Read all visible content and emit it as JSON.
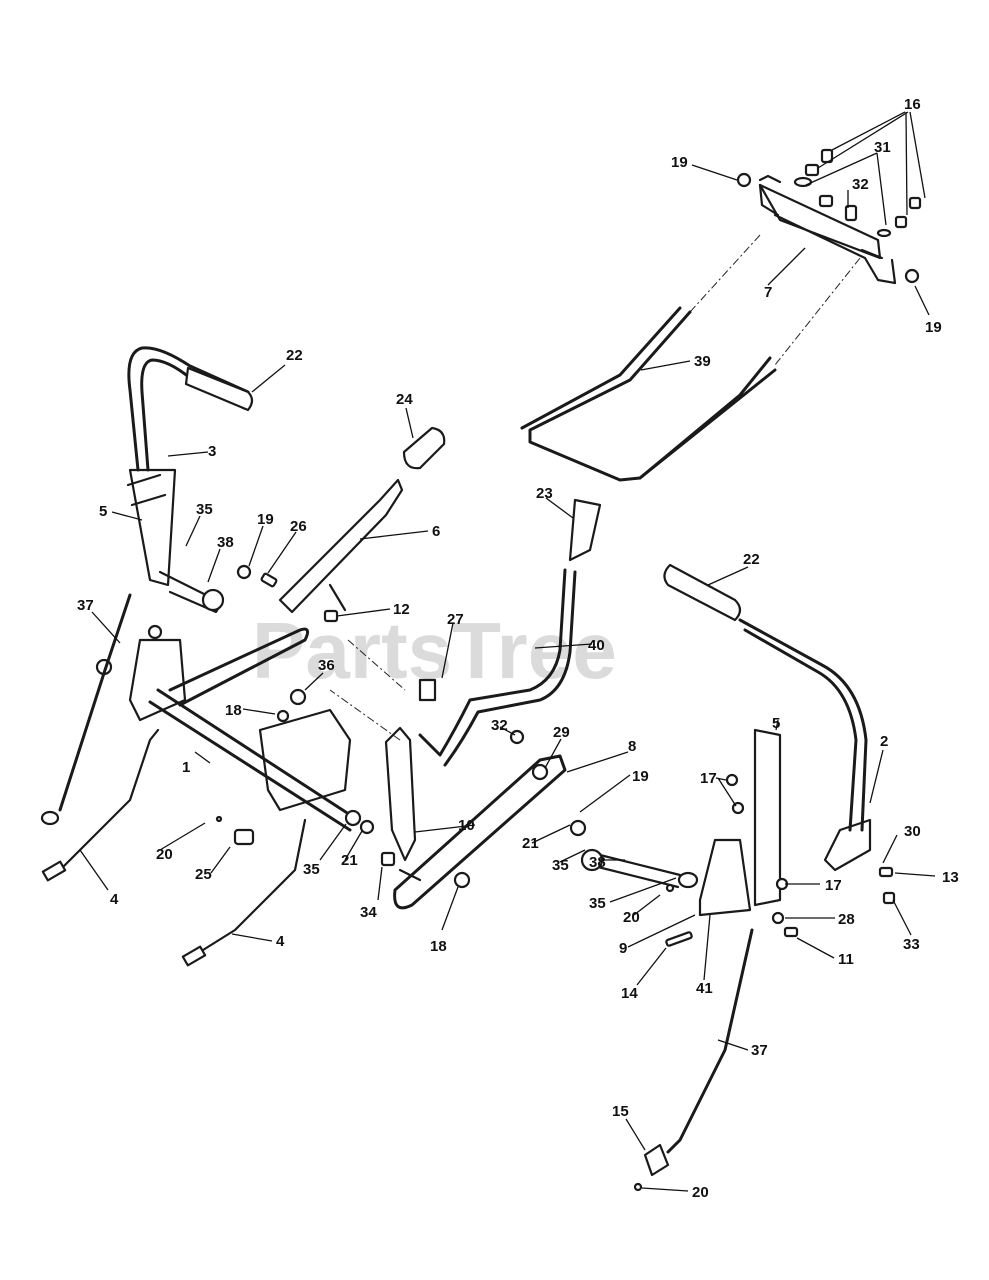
{
  "watermark": "PartsTree",
  "callouts": [
    "16",
    "19",
    "31",
    "32",
    "7",
    "19",
    "39",
    "22",
    "24",
    "3",
    "5",
    "35",
    "38",
    "19",
    "26",
    "6",
    "23",
    "22",
    "37",
    "12",
    "27",
    "40",
    "36",
    "18",
    "1",
    "32",
    "29",
    "8",
    "19",
    "5",
    "17",
    "2",
    "10",
    "30",
    "13",
    "20",
    "25",
    "35",
    "21",
    "34",
    "18",
    "21",
    "35",
    "38",
    "17",
    "35",
    "20",
    "28",
    "33",
    "9",
    "11",
    "4",
    "4",
    "14",
    "41",
    "37",
    "15",
    "20"
  ]
}
